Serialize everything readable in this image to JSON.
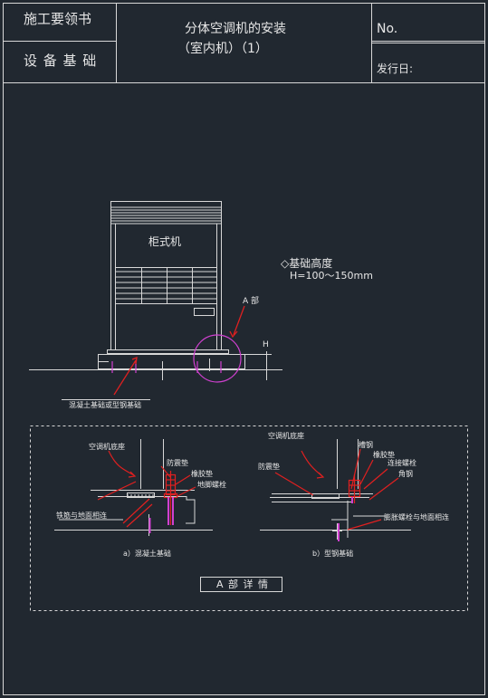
{
  "header": {
    "doc_type": "施工要领书",
    "section": "设 备 基 础",
    "title_line1": "分体空调机的安装",
    "title_line2": "（室内机）（1）",
    "no_label": "No.",
    "date_label": "发行日:"
  },
  "main_drawing": {
    "unit_label": "柜式机",
    "foundation_height_title": "◇基础高度",
    "foundation_height_value": "H=100～150mm",
    "part_a_label": "A  部",
    "h_label": "H",
    "foundation_label": "混凝土基础或型钢基础"
  },
  "detail_a": {
    "base_label": "空调机底座",
    "anti_vibration_label": "防震垫",
    "rubber_pad_label": "橡胶垫",
    "anchor_bolt_label": "地脚螺栓",
    "rebar_label": "铁筋与地面相连",
    "caption": "a）混凝土基础"
  },
  "detail_b": {
    "base_label": "空调机底座",
    "anti_vibration_label": "防震垫",
    "channel_label": "槽钢",
    "rubber_pad_label": "橡胶垫",
    "bolt_label": "连接螺栓",
    "angle_label": "角钢",
    "expansion_label": "膨胀螺栓与地面相连",
    "caption": "b）型钢基础"
  },
  "detail_title": "A 部 详 情",
  "colors": {
    "background": "#212830",
    "line": "#d8d8d8",
    "red": "#e02020",
    "magenta": "#d040d0"
  }
}
